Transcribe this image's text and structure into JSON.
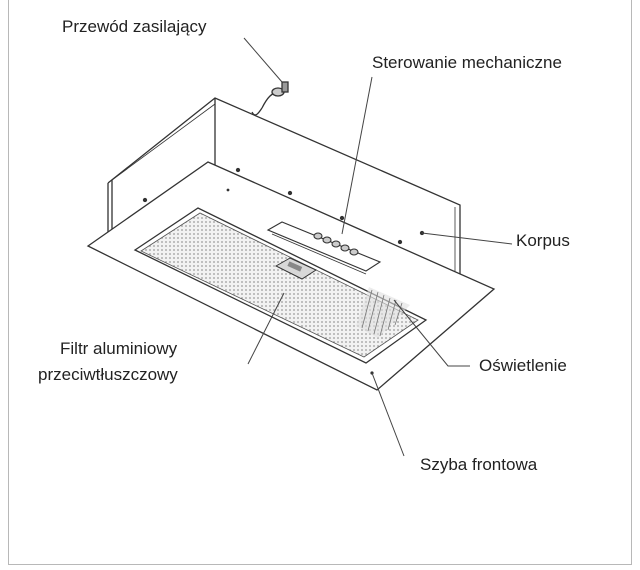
{
  "labels": {
    "power_cord": "Przewód zasilający",
    "controls": "Sterowanie mechaniczne",
    "housing": "Korpus",
    "filter_line1": "Filtr aluminiowy",
    "filter_line2": "przeciwtłuszczowy",
    "lighting": "Oświetlenie",
    "front_glass": "Szyba frontowa"
  },
  "colors": {
    "line": "#333333",
    "text": "#222222",
    "frame": "#b8b8b8"
  }
}
